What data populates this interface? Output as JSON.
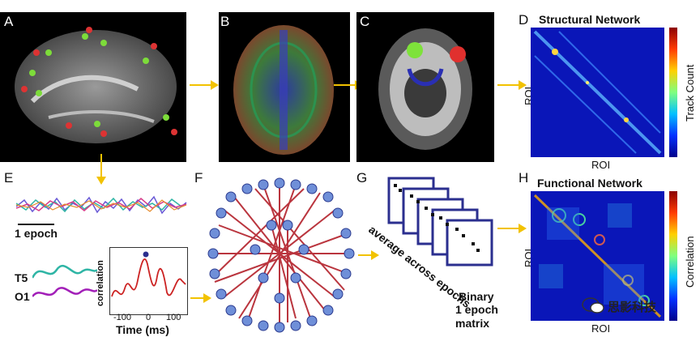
{
  "labels": [
    "A",
    "B",
    "C",
    "D",
    "E",
    "F",
    "G",
    "H"
  ],
  "panel_d": {
    "title": "Structural Network",
    "x_label": "ROI",
    "y_label": "ROI",
    "colorbar_label": "Track Count"
  },
  "panel_h": {
    "title": "Functional Network",
    "x_label": "ROI",
    "y_label": "ROI",
    "colorbar_label": "Correlation"
  },
  "panel_e": {
    "epoch_label": "1 epoch",
    "ch1": "T5",
    "ch2": "O1",
    "corr_ylabel": "correlation",
    "corr_xlabel": "Time (ms)",
    "ticks": [
      "-100",
      "0",
      "100"
    ]
  },
  "panel_g": {
    "avg_text": "average across epochs",
    "binary_text": "Binary",
    "epoch_matrix_text": "1 epoch matrix"
  },
  "watermark": "思影科技",
  "colors": {
    "arrow": "#f2c200",
    "accent_blue": "#2b2f8f",
    "network_red": "#b3202a"
  }
}
